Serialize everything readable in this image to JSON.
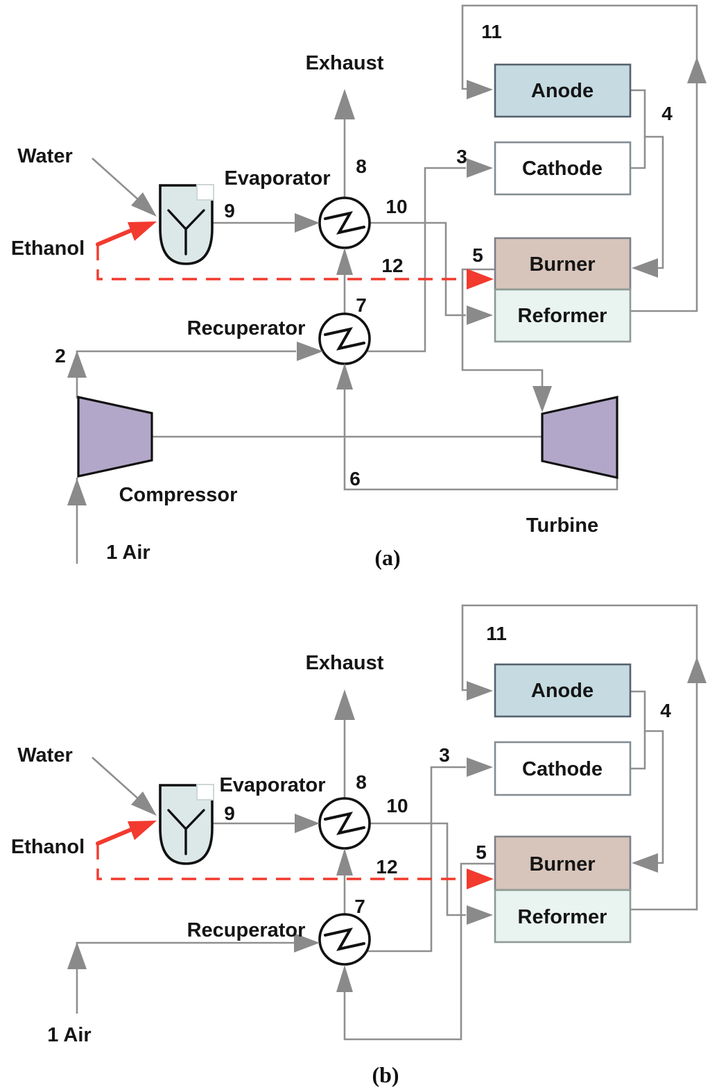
{
  "colors": {
    "line_grey": "#8f8f8f",
    "arrow_grey": "#8a8a8a",
    "red": "#f23a2e",
    "anode_fill": "#c5dbe1",
    "anode_stroke": "#54616e",
    "cathode_fill": "#ffffff",
    "box_stroke": "#848d94",
    "burner_fill": "#d7c5bb",
    "reformer_fill": "#e9f3ef",
    "machine_fill": "#b2a7c8",
    "mixer_fill": "#dbe8e7"
  },
  "panel_a": {
    "caption": "(a)",
    "labels": {
      "exhaust": "Exhaust",
      "water": "Water",
      "ethanol": "Ethanol",
      "evaporator": "Evaporator",
      "recuperator": "Recuperator",
      "compressor": "Compressor",
      "turbine": "Turbine",
      "air": "1 Air"
    },
    "blocks": {
      "anode": "Anode",
      "cathode": "Cathode",
      "burner": "Burner",
      "reformer": "Reformer"
    },
    "streams": {
      "s2": "2",
      "s3": "3",
      "s4": "4",
      "s5": "5",
      "s6": "6",
      "s7": "7",
      "s8": "8",
      "s9": "9",
      "s10": "10",
      "s11": "11",
      "s12": "12"
    }
  },
  "panel_b": {
    "caption": "(b)",
    "labels": {
      "exhaust": "Exhaust",
      "water": "Water",
      "ethanol": "Ethanol",
      "evaporator": "Evaporator",
      "recuperator": "Recuperator",
      "air": "1 Air"
    },
    "blocks": {
      "anode": "Anode",
      "cathode": "Cathode",
      "burner": "Burner",
      "reformer": "Reformer"
    },
    "streams": {
      "s3": "3",
      "s4": "4",
      "s5": "5",
      "s7": "7",
      "s8": "8",
      "s9": "9",
      "s10": "10",
      "s11": "11",
      "s12": "12"
    }
  }
}
